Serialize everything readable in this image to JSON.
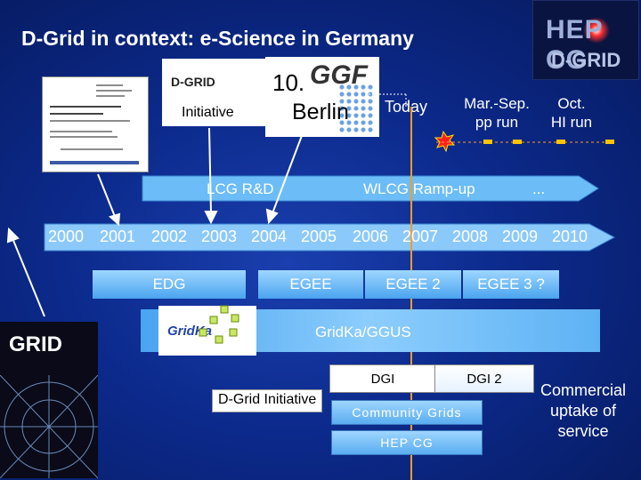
{
  "title": "D-Grid in context: e-Science in Germany",
  "logos": {
    "hep_cg": "HEP CG",
    "hep_cg_sub": "D-GRID",
    "dgrid": "D-GRID",
    "ggf": "GGF",
    "gridka": "GridKa",
    "book_title": "GRID"
  },
  "dgrid_box": {
    "label": "Initiative"
  },
  "ggf_box": {
    "number": "10.",
    "city": "Berlin"
  },
  "events": {
    "today": "Today",
    "pp_run": [
      "Mar.-Sep.",
      "pp run"
    ],
    "hi_run": [
      "Oct.",
      "HI run"
    ]
  },
  "phases": {
    "lcg_rd": "LCG R&D",
    "wlcg": "WLCG Ramp-up",
    "more": "..."
  },
  "years": [
    "2000",
    "2001",
    "2002",
    "2003",
    "2004",
    "2005",
    "2006",
    "2007",
    "2008",
    "2009",
    "2010"
  ],
  "projects": {
    "edg": "EDG",
    "egee": "EGEE",
    "egee2": "EGEE 2",
    "egee3": "EGEE 3 ?",
    "gridka_ggus": "GridKa/GGUS",
    "dgi": "DGI",
    "dgi2": "DGI 2",
    "dgrid_initiative": "D-Grid Initiative",
    "community_grids": "Community Grids",
    "hep_cg": "HEP CG",
    "commercial": [
      "Commercial",
      "uptake of",
      "service"
    ]
  },
  "colors": {
    "background": "#0c2a8c",
    "band": "#4aa4ef",
    "today_line": "#ff9a28",
    "marker": "#ffc400"
  }
}
